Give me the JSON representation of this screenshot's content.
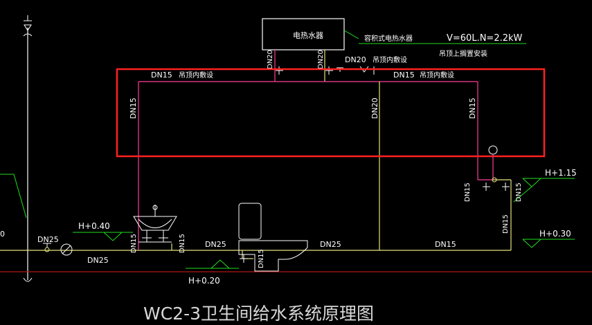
{
  "colors": {
    "background": "#000000",
    "pipe_white": "#ffffff",
    "pipe_yellow": "#e6e47a",
    "pipe_magenta": "#ff3c9a",
    "leader_green": "#1fe01f",
    "highlight_red": "#ff2020",
    "floor_red": "#b01818"
  },
  "heater": {
    "label": "电热水器",
    "type_note": "容积式电热水器",
    "spec": "V=60L.N=2.2kW",
    "install_note": "吊顶上搁置安装"
  },
  "labels": {
    "dn20_left_vert": "DN20",
    "dn20_right_vert": "DN20",
    "dn20_horiz": "DN20",
    "ceiling_note_1": "吊顶内敷设",
    "dn15_top_left": "DN15",
    "ceiling_note_2": "吊顶内敷设",
    "dn15_top_right": "DN15",
    "ceiling_note_3": "吊顶内敷设",
    "dn15_vert_left": "DN15",
    "dn20_vert_mid": "DN20",
    "dn15_vert_right": "DN15",
    "elev_115": "H+1.15",
    "dn15_r1": "DN15",
    "dn15_r2": "DN15",
    "dn15_r3": "DN15",
    "elev_030": "H+0.30",
    "elev_040": "H+0.40",
    "dn25_a": "DN25",
    "dn25_b": "DN25",
    "dn15_basin_1": "DN15",
    "dn15_basin_2": "DN15",
    "dn25_c": "DN25",
    "dn15_toilet": "DN15",
    "dn25_d": "DN25",
    "dn15_bottom": "DN15",
    "elev_020": "H+0.20",
    "edge_0": "0"
  },
  "title": "WC2-3卫生间给水系统原理图"
}
